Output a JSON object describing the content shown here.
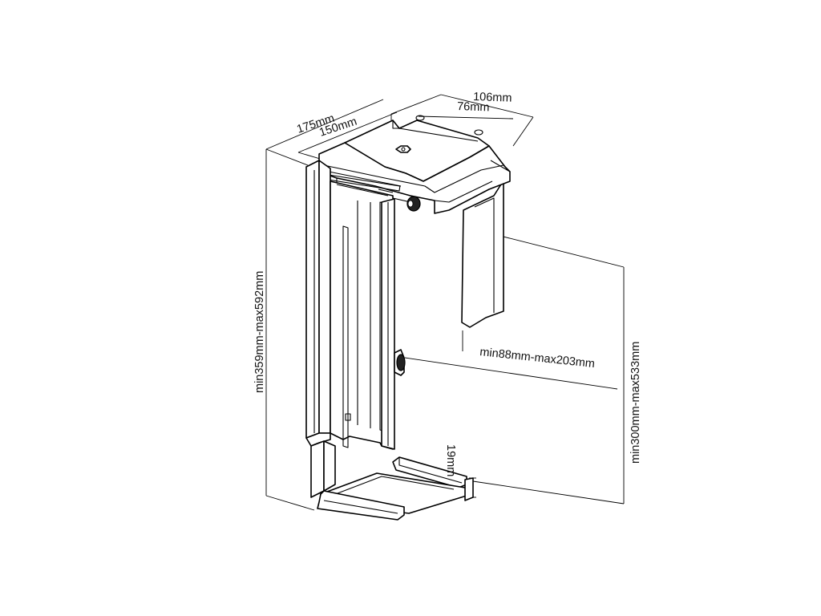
{
  "dimensions": {
    "top_width_outer": "106mm",
    "top_width_inner": "76mm",
    "depth_outer": "175mm",
    "depth_inner": "150mm",
    "height_range": "min359mm-max592mm",
    "width_range": "min88mm-max203mm",
    "inner_height_range": "min300mm-max533mm",
    "base_lip": "19mm"
  },
  "colors": {
    "line": "#000000",
    "background": "#ffffff"
  }
}
